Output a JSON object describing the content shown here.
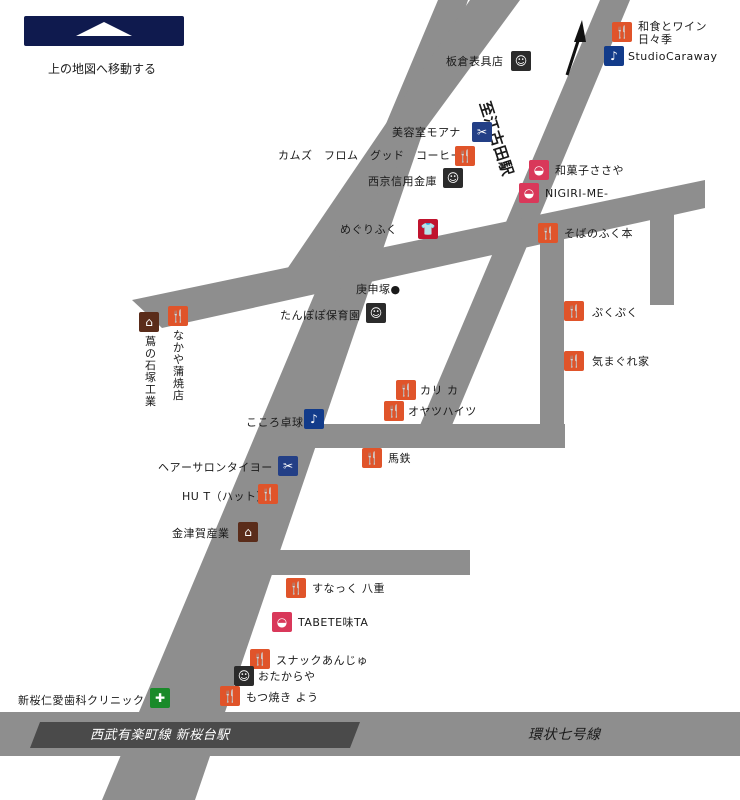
{
  "nav": {
    "up_label": "上の地図へ移動する"
  },
  "stations": {
    "north": "至江古田駅",
    "bottom_line": "西武有楽町線 新桜台駅",
    "bottom_road": "環状七号線"
  },
  "places": {
    "wanoshoku": "和食とワイン",
    "hibiki": "日々季",
    "studio": "StudioCaraway",
    "itakura": "板倉表具店",
    "biyoushitsu": "美容室モアナ",
    "kamuzu": "カムズ　フロム　グッド　コーヒー",
    "wagashi": "和菓子ささや",
    "shinkin": "西京信用金庫",
    "nigiri": "NIGIRI-ME-",
    "meguri": "めぐりふく",
    "sobanofuku": "そばのふく本",
    "koshinzuka": "庚申塚●",
    "tanpopo": "たんぽぽ保育園",
    "pukupuku": "ぷくぷく",
    "kimagure": "気まぐれ家",
    "nakaya": "なかや蒲焼店",
    "ishizuka": "蔦の石塚工業",
    "karika": "カリ カ",
    "oyatsu": "オヤツハイツ",
    "kokoro": "こころ卓球",
    "batetsu": "馬鉄",
    "hair": "ヘアーサロンタイヨー",
    "hut": "HU T（ハット）",
    "kanetsu": "金津賀産業",
    "snack_hachi": "すなっく 八重",
    "tabete": "TABETE味TA",
    "snack_anjyu": "スナックあんじゅ",
    "otakara": "おたからや",
    "motsuyaki": "もつ焼き よう",
    "clinic": "新桜仁愛歯科クリニック"
  },
  "icons": {
    "rest": "fork-knife-icon",
    "sweet": "sweets-icon",
    "music": "music-note-icon",
    "beauty": "scissors-icon",
    "svc": "person-service-icon",
    "house": "house-icon",
    "cloth": "tshirt-icon",
    "med": "medical-cross-icon"
  },
  "colors": {
    "road": "#8e8e8e",
    "button": "#0f1a4e",
    "restaurant": "#e0542a",
    "sweets": "#d9385a",
    "music": "#123b8a",
    "clinic": "#1a8a2a"
  }
}
